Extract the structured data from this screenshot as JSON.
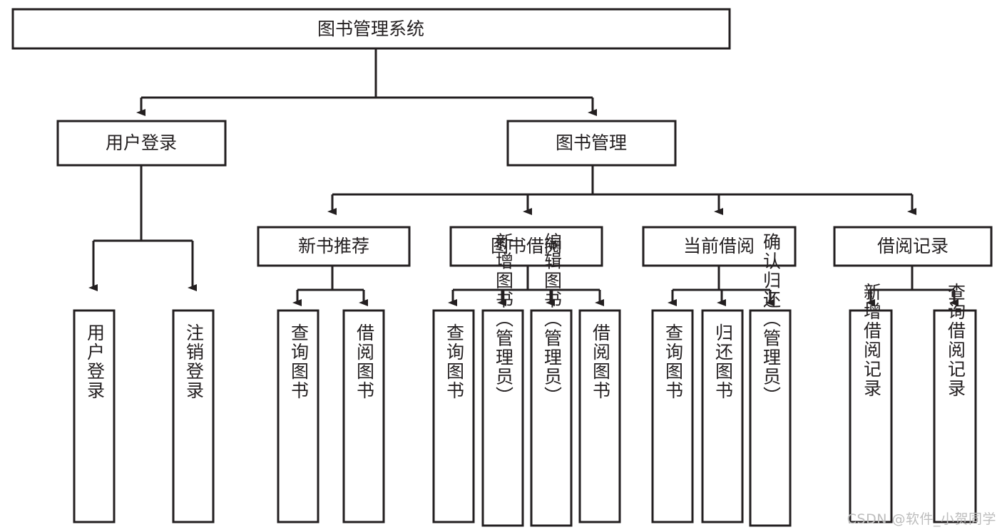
{
  "diagram": {
    "type": "tree",
    "title": "图书管理系统",
    "watermark": "CSDN @软件_小贺同学",
    "colors": {
      "stroke": "#231f20",
      "fill": "#ffffff",
      "watermark": "#bdbdbd"
    },
    "root": {
      "label": "图书管理系统"
    },
    "level2": [
      {
        "label": "用户登录"
      },
      {
        "label": "图书管理"
      }
    ],
    "level3": [
      {
        "label": "新书推荐"
      },
      {
        "label": "图书借阅"
      },
      {
        "label": "当前借阅"
      },
      {
        "label": "借阅记录"
      }
    ],
    "leaves": {
      "user_login": [
        {
          "label": "用户登录"
        },
        {
          "label": "注销登录"
        }
      ],
      "new_book_recommend": [
        {
          "label": "查询图书"
        },
        {
          "label": "借阅图书"
        }
      ],
      "book_borrow": [
        {
          "label": "查询图书"
        },
        {
          "label": "新增图书（管理员）"
        },
        {
          "label": "编辑图书（管理员）"
        },
        {
          "label": "借阅图书"
        }
      ],
      "current_borrow": [
        {
          "label": "查询图书"
        },
        {
          "label": "归还图书"
        },
        {
          "label": "确认归还（管理员）"
        }
      ],
      "borrow_record": [
        {
          "label": "新增借阅记录"
        },
        {
          "label": "查询借阅记录"
        }
      ]
    }
  }
}
